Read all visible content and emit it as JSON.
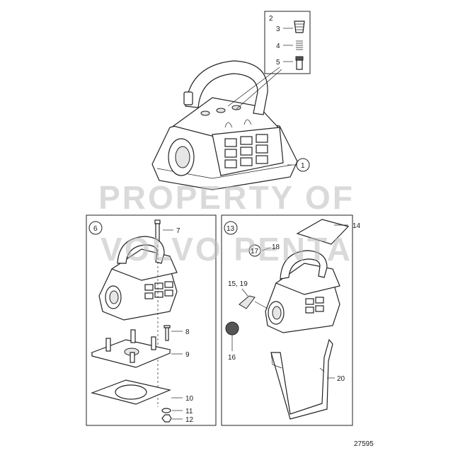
{
  "watermark": {
    "line1": "PROPERTY OF",
    "line2": "VOLVO PENTA"
  },
  "callouts": {
    "c1": "1",
    "c2": "2",
    "c3": "3",
    "c4": "4",
    "c5": "5",
    "c6": "6",
    "c7": "7",
    "c8": "8",
    "c9": "9",
    "c10": "10",
    "c11": "11",
    "c12": "12",
    "c13": "13",
    "c14": "14",
    "c15_19": "15, 19",
    "c16": "16",
    "c17": "17",
    "c18": "18",
    "c20": "20"
  },
  "drawing_number": "27595"
}
